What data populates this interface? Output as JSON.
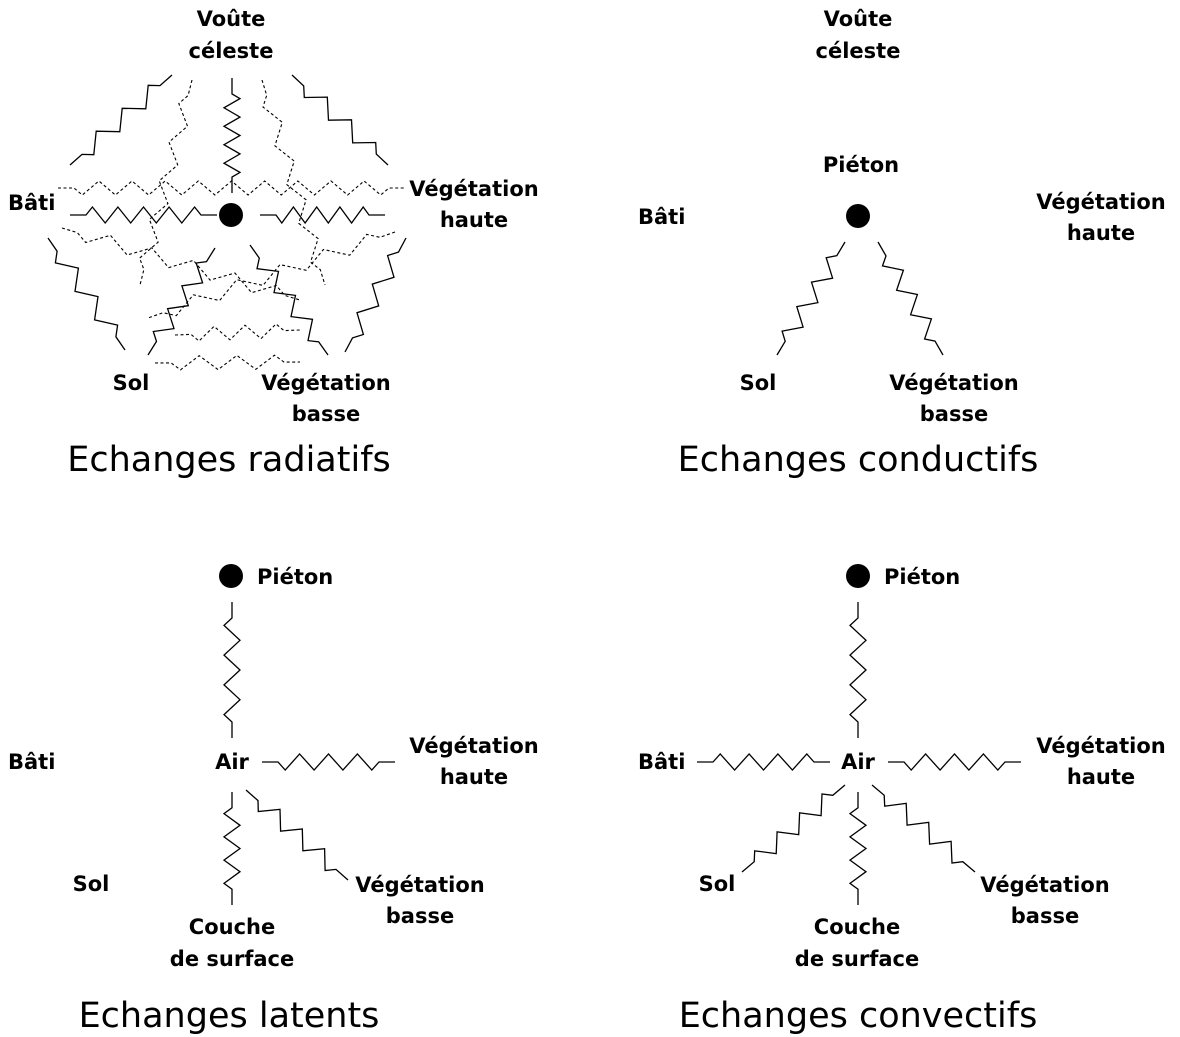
{
  "panels": {
    "radiatifs": {
      "title": "Echanges radiatifs",
      "voute_l1": "Voûte",
      "voute_l2": "céleste",
      "bati": "Bâti",
      "veg_haute_l1": "Végétation",
      "veg_haute_l2": "haute",
      "sol": "Sol",
      "veg_basse_l1": "Végétation",
      "veg_basse_l2": "basse"
    },
    "conductifs": {
      "title": "Echanges conductifs",
      "voute_l1": "Voûte",
      "voute_l2": "céleste",
      "pieton": "Piéton",
      "bati": "Bâti",
      "veg_haute_l1": "Végétation",
      "veg_haute_l2": "haute",
      "sol": "Sol",
      "veg_basse_l1": "Végétation",
      "veg_basse_l2": "basse"
    },
    "latents": {
      "title": "Echanges latents",
      "pieton": "Piéton",
      "air": "Air",
      "bati": "Bâti",
      "veg_haute_l1": "Végétation",
      "veg_haute_l2": "haute",
      "sol": "Sol",
      "veg_basse_l1": "Végétation",
      "veg_basse_l2": "basse",
      "couche_l1": "Couche",
      "couche_l2": "de surface"
    },
    "convectifs": {
      "title": "Echanges convectifs",
      "pieton": "Piéton",
      "air": "Air",
      "bati": "Bâti",
      "veg_haute_l1": "Végétation",
      "veg_haute_l2": "haute",
      "sol": "Sol",
      "veg_basse_l1": "Végétation",
      "veg_basse_l2": "basse",
      "couche_l1": "Couche",
      "couche_l2": "de surface"
    }
  }
}
